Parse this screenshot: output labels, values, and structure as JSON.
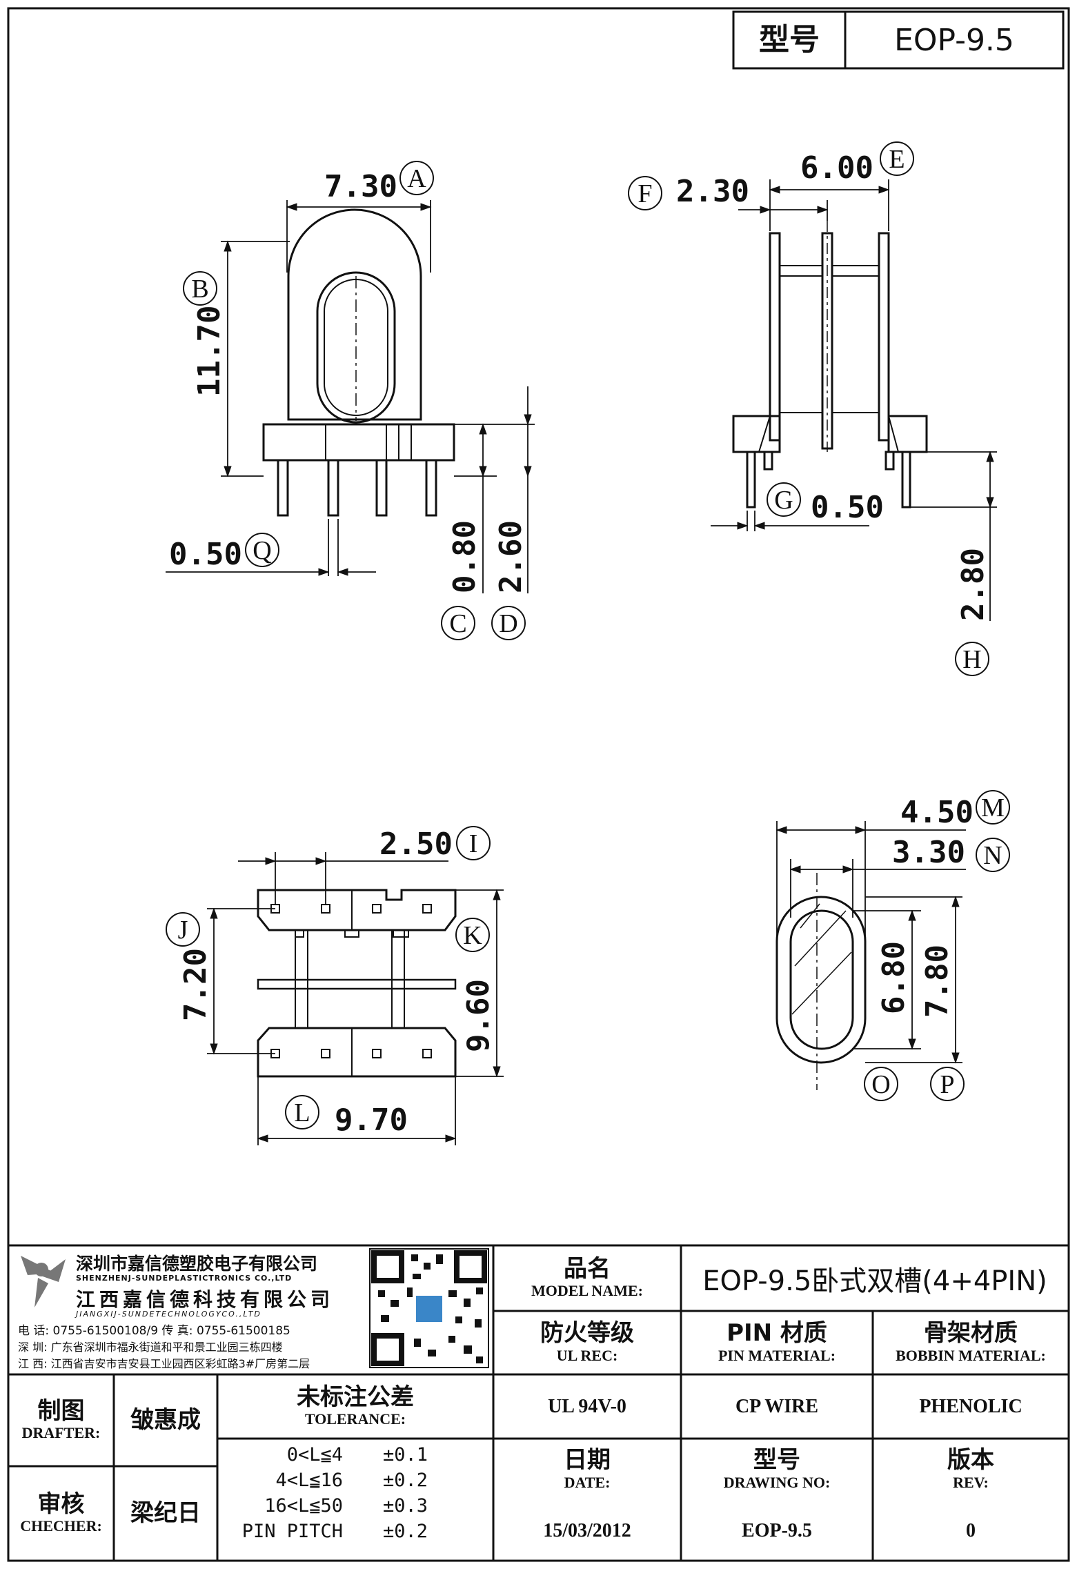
{
  "header": {
    "model_label": "型号",
    "model_value": "EOP-9.5"
  },
  "dimensions": {
    "A": "7.30",
    "B": "11.70",
    "C": "0.80",
    "D": "2.60",
    "Q": "0.50",
    "E": "6.00",
    "F": "2.30",
    "G": "0.50",
    "H": "2.80",
    "I": "2.50",
    "J": "7.20",
    "K": "9.60",
    "L": "9.70",
    "M": "4.50",
    "N": "3.30",
    "O": "6.80",
    "P": "7.80"
  },
  "markers": [
    "A",
    "B",
    "C",
    "D",
    "E",
    "F",
    "G",
    "H",
    "I",
    "J",
    "K",
    "L",
    "M",
    "N",
    "O",
    "P",
    "Q"
  ],
  "company": {
    "name_cn_1": "深圳市嘉信德塑胶电子有限公司",
    "name_en_1": "SHENZHENJ-SUNDEPLASTICTRONICS CO.,LTD",
    "name_cn_2": "江西嘉信德科技有限公司",
    "name_en_2": "JIANGXIJ-SUNDETECHNOLOGYCO.,LTD",
    "phone_line": "电 话: 0755-61500108/9    传 真: 0755-61500185",
    "addr_sz": "深 圳: 广东省深圳市福永街道和平和景工业园三栋四楼",
    "addr_jx": "江 西: 江西省吉安市吉安县工业园西区彩虹路3#厂房第二层"
  },
  "title_block": {
    "model_name_cn": "品名",
    "model_name_en": "MODEL NAME:",
    "model_name_value": "EOP-9.5卧式双槽(4+4PIN)",
    "ul_cn": "防火等级",
    "ul_en": "UL REC:",
    "ul_value": "UL 94V-0",
    "pin_cn": "PIN 材质",
    "pin_en": "PIN MATERIAL:",
    "pin_value": "CP WIRE",
    "bobbin_cn": "骨架材质",
    "bobbin_en": "BOBBIN MATERIAL:",
    "bobbin_value": "PHENOLIC",
    "drafter_cn": "制图",
    "drafter_en": "DRAFTER:",
    "drafter_value": "皱惠成",
    "checker_cn": "审核",
    "checker_en": "CHECHER:",
    "checker_value": "梁纪日",
    "tolerance_cn": "未标注公差",
    "tolerance_en": "TOLERANCE:",
    "tolerances": [
      {
        "range": "0<L≦4",
        "tol": "±0.1"
      },
      {
        "range": "4<L≦16",
        "tol": "±0.2"
      },
      {
        "range": "16<L≦50",
        "tol": "±0.3"
      },
      {
        "range": "PIN PITCH",
        "tol": "±0.2"
      }
    ],
    "date_cn": "日期",
    "date_en": "DATE:",
    "date_value": "15/03/2012",
    "drawing_cn": "型号",
    "drawing_en": "DRAWING NO:",
    "drawing_value": "EOP-9.5",
    "rev_cn": "版本",
    "rev_en": "REV:",
    "rev_value": "0"
  }
}
